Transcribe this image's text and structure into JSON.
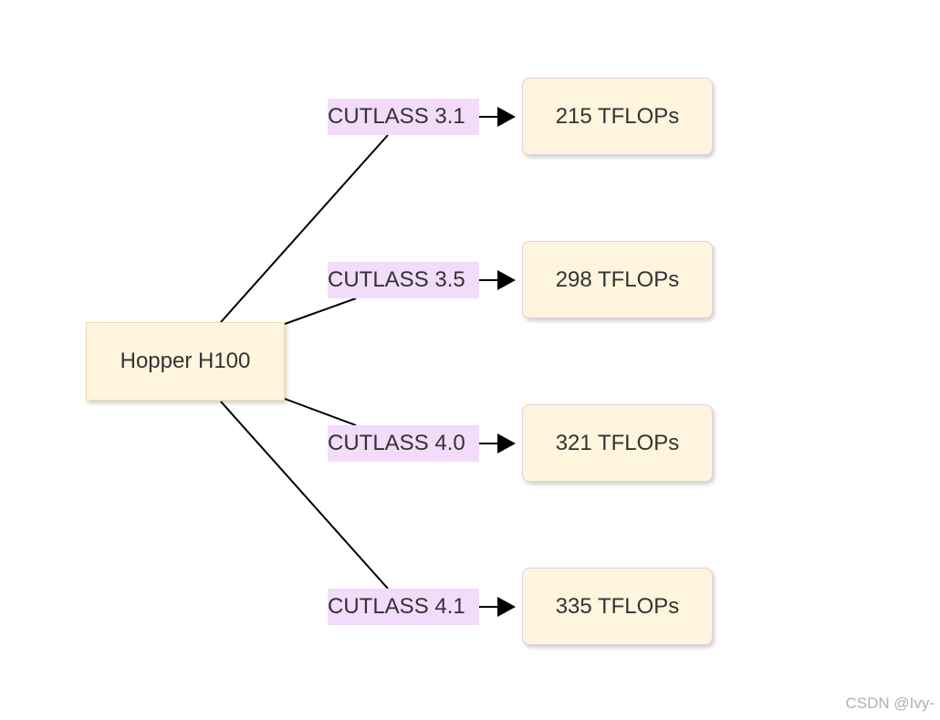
{
  "diagram": {
    "source": {
      "label": "Hopper H100"
    },
    "branches": [
      {
        "version_label": "CUTLASS 3.1",
        "result_label": "215 TFLOPs"
      },
      {
        "version_label": "CUTLASS 3.5",
        "result_label": "298 TFLOPs"
      },
      {
        "version_label": "CUTLASS 4.0",
        "result_label": "321 TFLOPs"
      },
      {
        "version_label": "CUTLASS 4.1",
        "result_label": "335 TFLOPs"
      }
    ],
    "colors": {
      "node_fill": "#fff4dd",
      "label_fill": "#f2dcf9",
      "edge": "#000000",
      "text": "#333333"
    }
  },
  "watermark": "CSDN @Ivy-"
}
